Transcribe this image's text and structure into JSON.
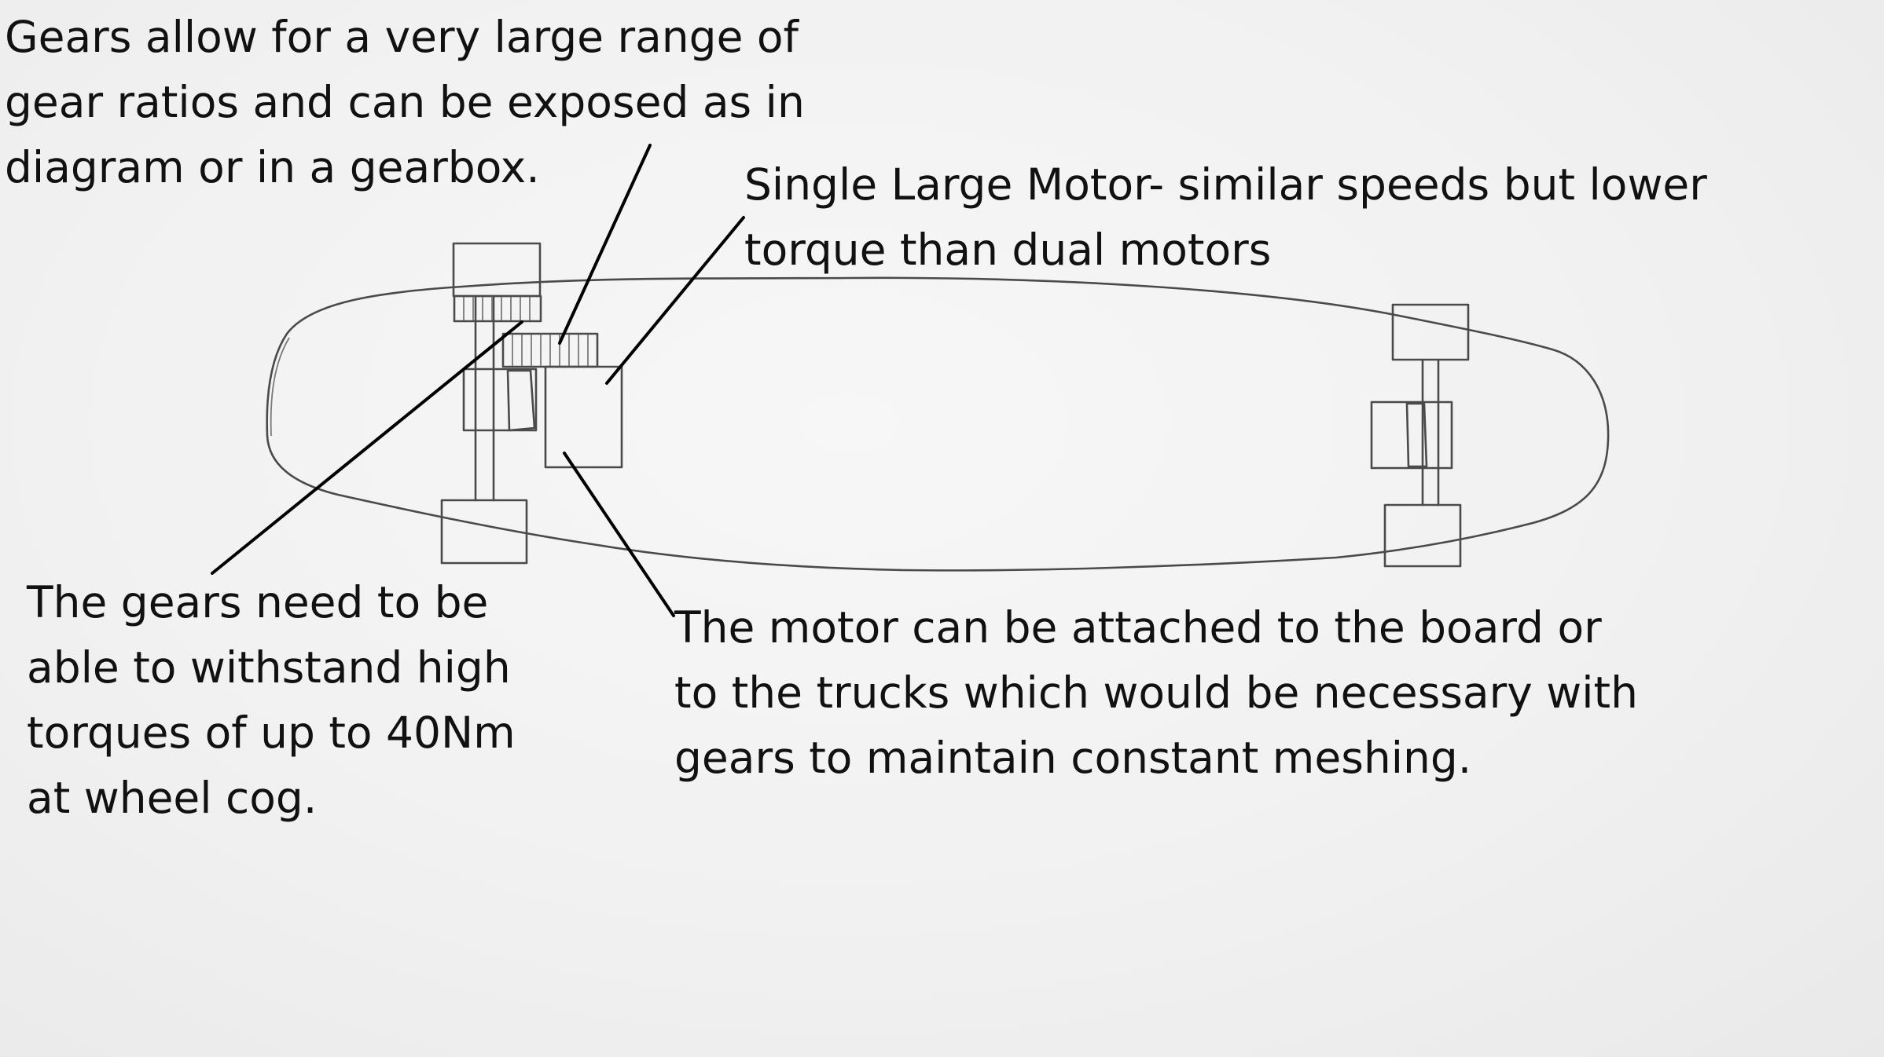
{
  "annotations": {
    "gears_note": {
      "lines": [
        "Gears allow for a very large range of",
        "gear ratios and can be exposed as in",
        "diagram or in a gearbox."
      ]
    },
    "motor_note": {
      "lines": [
        "Single Large Motor- similar speeds but lower",
        "torque than dual motors"
      ]
    },
    "torque_note": {
      "lines": [
        "The gears need to be",
        "able to withstand high",
        "torques of up to 40Nm",
        "at wheel cog."
      ]
    },
    "mount_note": {
      "lines": [
        "The motor can be attached to the board or",
        "to the trucks which would be necessary with",
        "gears to maintain constant meshing."
      ]
    }
  }
}
